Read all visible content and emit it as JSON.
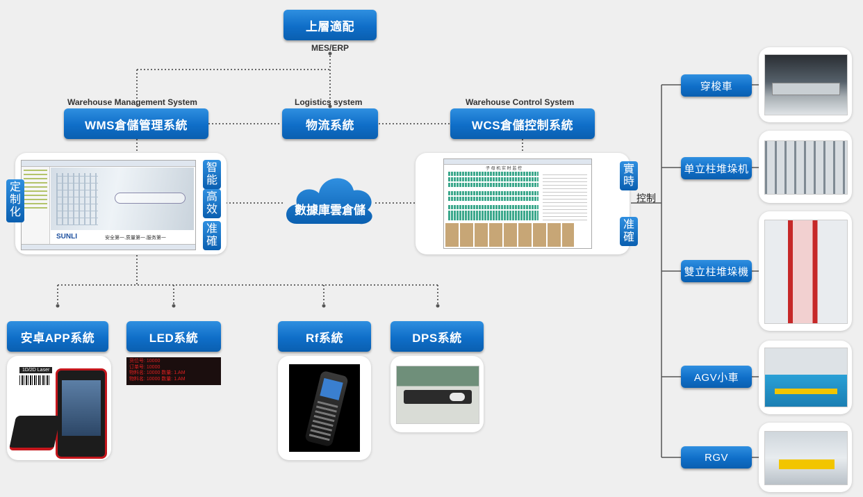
{
  "top": {
    "title": "上層適配",
    "subtitle": "MES/ERP"
  },
  "wms": {
    "caption": "Warehouse Management System",
    "label": "WMS倉儲管理系統",
    "side_left": "定制化",
    "side_right": [
      "智能",
      "高效",
      "准確"
    ],
    "screen_logo": "SUNLI",
    "screen_slogan": "安全第一.质量第一.服务第一"
  },
  "logistics": {
    "caption": "Logistics system",
    "label": "物流系統"
  },
  "wcs": {
    "caption": "Warehouse Control System",
    "label": "WCS倉儲控制系統",
    "side_right": [
      "實時",
      "准確"
    ],
    "screen_title": "子 母 机 实 时 监 控"
  },
  "cloud": {
    "label": "數據庫雲倉儲"
  },
  "control": {
    "label": "控制"
  },
  "devices": [
    {
      "label": "穿梭車"
    },
    {
      "label": "单立柱堆垛机"
    },
    {
      "label": "雙立柱堆垛機"
    },
    {
      "label": "AGV小車"
    },
    {
      "label": "RGV"
    }
  ],
  "bottom": [
    {
      "label": "安卓APP系統"
    },
    {
      "label": "LED系統"
    },
    {
      "label": "Rf系統"
    },
    {
      "label": "DPS系統"
    }
  ],
  "android_card": {
    "badge": "1D/2D Laser"
  },
  "led_lines": [
    "货位号: 10000",
    "订单号: 10000",
    "物料名: 10000   数量: 1.AM",
    "物料名: 10000   数量: 1.AM"
  ],
  "colors": {
    "button_blue": "#0f6ec8",
    "background": "#efefef",
    "led_red": "#e02020"
  }
}
